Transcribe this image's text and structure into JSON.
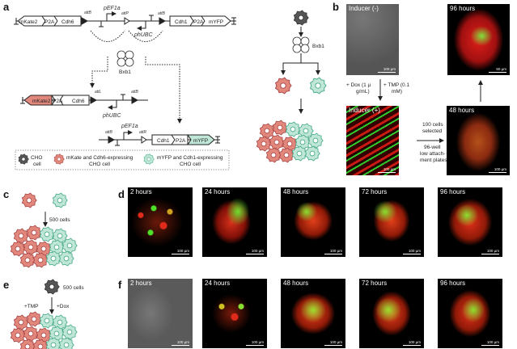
{
  "panels": {
    "a": "a",
    "b": "b",
    "c": "c",
    "d": "d",
    "e": "e",
    "f": "f"
  },
  "panel_a": {
    "top_construct": {
      "genes_left": [
        "mKate2",
        "P2A",
        "Cdh6"
      ],
      "genes_right": [
        "Cdh1",
        "P2A",
        "mYFP"
      ],
      "attB1": "attB",
      "attP": "attP",
      "attB2": "attB",
      "promoter1": "pEF1a",
      "promoter2": "phUBC"
    },
    "recombinase": "Bxb1",
    "product_left": {
      "genes": [
        "mKate2",
        "P2A",
        "Cdh6"
      ],
      "attL": "attL",
      "attB": "attB",
      "promoter": "phUBC"
    },
    "product_right": {
      "genes": [
        "Cdh1",
        "P2A",
        "mYFP"
      ],
      "attB": "attB",
      "attR": "attR",
      "promoter": "pEF1a"
    },
    "legend": [
      {
        "line1": "CHO",
        "line2": "cell",
        "color": "#555555"
      },
      {
        "line1": "mKate and Cdh6-expressing",
        "line2": "CHO cell",
        "color": "#e2877c"
      },
      {
        "line1": "mYFP and Cdh1-expressing",
        "line2": "CHO cell",
        "color": "#bfe6d6"
      }
    ],
    "schematic_label": "Bxb1"
  },
  "panel_b": {
    "inducer_minus": "Inducer (-)",
    "inducer_plus": "Inducer (+)",
    "h96": "96 hours",
    "h48": "48 hours",
    "dox": [
      "+  Dox (1 µ",
      "g/mL)"
    ],
    "tmp": [
      "+ TMP (0.1",
      "mM)"
    ],
    "selection": [
      "100 cells",
      "selected"
    ],
    "plates": [
      "96-well",
      "low attach-",
      "ment plates"
    ],
    "scale_100": "100 µm",
    "scale_50": "50 µm"
  },
  "panel_c": {
    "cells": "500 cells"
  },
  "panel_e": {
    "cells": "500 cells",
    "tmp": "+TMP",
    "dox": "+Dox"
  },
  "panel_d": {
    "times": [
      "2 hours",
      "24 hours",
      "48 hours",
      "72 hours",
      "96 hours"
    ],
    "scale": "100 µm"
  },
  "panel_f": {
    "times": [
      "2  hours",
      "24 hours",
      "48 hours",
      "72 hours",
      "96 hours"
    ],
    "scale": "100 µm"
  },
  "colors": {
    "red_cell": "#e2877c",
    "teal_cell": "#bfe6d6",
    "cho": "#555555"
  }
}
